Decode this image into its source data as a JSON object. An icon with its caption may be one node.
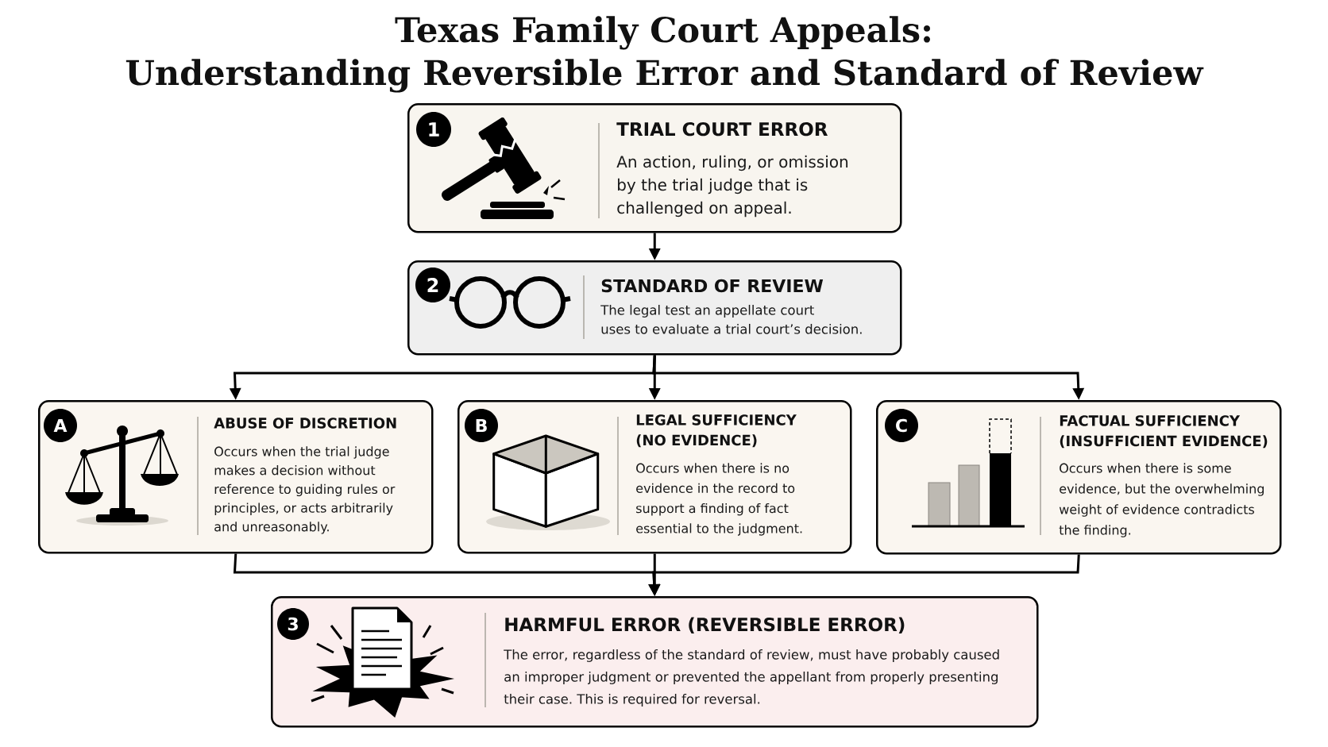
{
  "diagram": {
    "title": "Texas Family Court Appeals: Understanding Reversible Error and Standard of Review",
    "nodes": [
      {
        "text": [
          "TRIAL COURT ERROR",
          "An action, ruling, or omission by the trial judge that is challenged on appeal."
        ]
      },
      {
        "text": [
          "1"
        ],
        "in": 0
      },
      {
        "text": [
          "STANDARD OF REVIEW",
          "The legal test an appellate court uses to evaluate a trial court’s decision."
        ]
      },
      {
        "text": [
          "2"
        ],
        "in": 2
      },
      {
        "text": [
          "ABUSE OF DISCRETION",
          "Occurs when the trial judge makes a decision without reference to guiding rules or principles, or acts arbitrarily and unreasonably."
        ]
      },
      {
        "text": [
          "A"
        ],
        "in": 4
      },
      {
        "text": [
          "LEGAL SUFFICIENCY (NO EVIDENCE)",
          "Occurs when there is no evidence in the record to support a finding of fact essential to the judgment."
        ]
      },
      {
        "text": [
          "B"
        ],
        "in": 6
      },
      {
        "text": [
          "FACTUAL SUFFICIENCY (INSUFFICIENT EVIDENCE)",
          "Occurs when there is some evidence, but the overwhelming weight of evidence contradicts the finding."
        ]
      },
      {
        "text": [
          "C"
        ],
        "in": 8
      },
      {
        "text": [
          "HARMFUL ERROR (REVERSIBLE ERROR)",
          "The error, regardless of the standard of review, must have probably caused an improper judgment or prevented the appellant from properly presenting their case. This is required for reversal."
        ]
      },
      {
        "text": [
          "3"
        ],
        "in": 10
      }
    ],
    "edges": [
      {
        "from": 0,
        "to": 2,
        "arrow": "to"
      },
      {
        "from": 2,
        "to": 4,
        "arrow": "to"
      },
      {
        "from": 2,
        "to": 6,
        "arrow": "to"
      },
      {
        "from": 2,
        "to": 8,
        "arrow": "to"
      },
      {
        "from": 4,
        "to": 10,
        "arrow": "to"
      },
      {
        "from": 6,
        "to": 10,
        "arrow": "to"
      },
      {
        "from": 8,
        "to": 10,
        "arrow": "to"
      }
    ]
  }
}
